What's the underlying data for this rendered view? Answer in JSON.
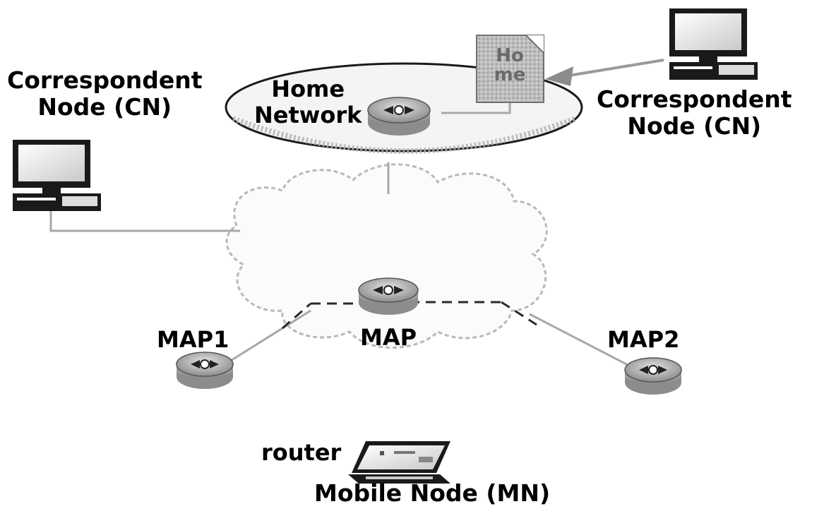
{
  "diagram": {
    "correspondent_node_left": {
      "line1": "Correspondent",
      "line2": "Node (CN)"
    },
    "correspondent_node_right": {
      "line1": "Correspondent",
      "line2": "Node (CN)"
    },
    "home_network": {
      "line1": "Home",
      "line2": "Network"
    },
    "home_agent": {
      "line1": "Ho",
      "line2": "me"
    },
    "map_center": "MAP",
    "map1": "MAP1",
    "map2": "MAP2",
    "router_label": "router",
    "mobile_node": "Mobile Node (MN)"
  }
}
